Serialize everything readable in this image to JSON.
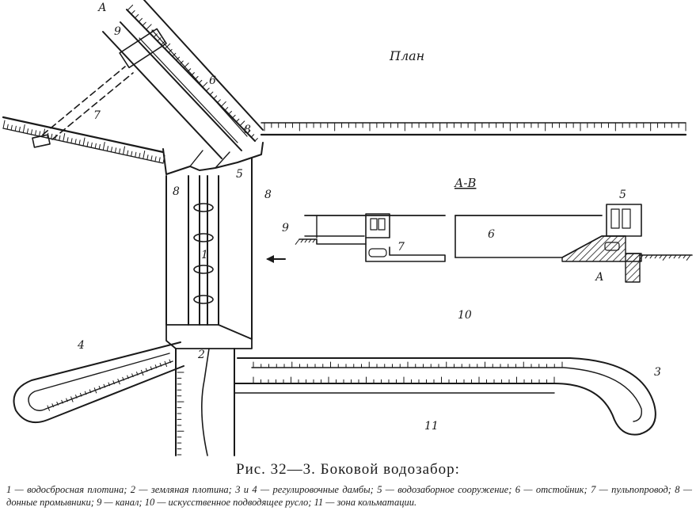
{
  "diagram": {
    "plan_title": "План",
    "section_title": "А-В",
    "labels": {
      "l1": "1",
      "l2": "2",
      "l3": "3",
      "l4": "4",
      "l5_plan": "5",
      "l5_section": "5",
      "l6_plan": "6",
      "l6_section": "6",
      "l7_plan": "7",
      "l7_section": "7",
      "l8_left": "8",
      "l8_top": "8",
      "l8_right": "8",
      "l9_plan": "9",
      "l9_section": "9",
      "l10": "10",
      "l11": "11",
      "lA_top": "А",
      "lA_section": "А"
    }
  },
  "caption": "Рис. 32—3. Боковой водозабор:",
  "legend": [
    "1 — водосбросная плотина;",
    "2 — земляная плотина;",
    "3 и 4 — регулировочные дамбы;",
    "5 — водозаборное сооружение;",
    "6 — отстойник;",
    "7 — пульпопровод;",
    "8 — донные промывники;",
    "9 — канал;",
    "10 — искусственное подводящее русло;",
    "11 — зона кольматации."
  ]
}
